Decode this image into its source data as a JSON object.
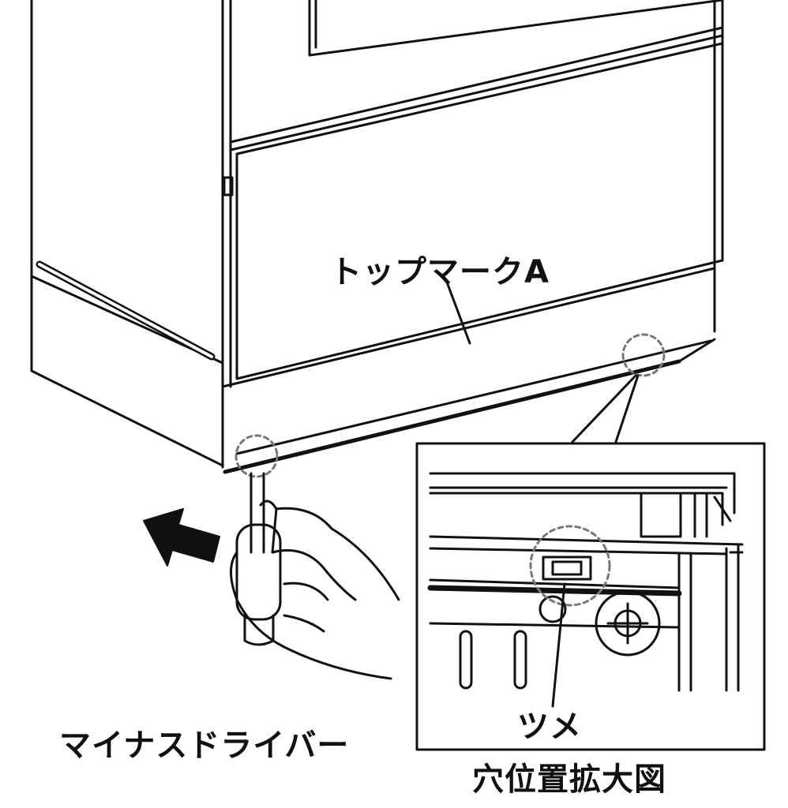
{
  "labels": {
    "top_mark": "トップマークA",
    "screwdriver": "マイナスドライバー",
    "claw": "ツメ",
    "detail_caption": "穴位置拡大図"
  },
  "colors": {
    "line": "#111111",
    "background": "#ffffff",
    "dashed_circle": "#777777"
  },
  "icons": [
    "arrow-left-icon",
    "hand-icon",
    "screwdriver-icon"
  ]
}
